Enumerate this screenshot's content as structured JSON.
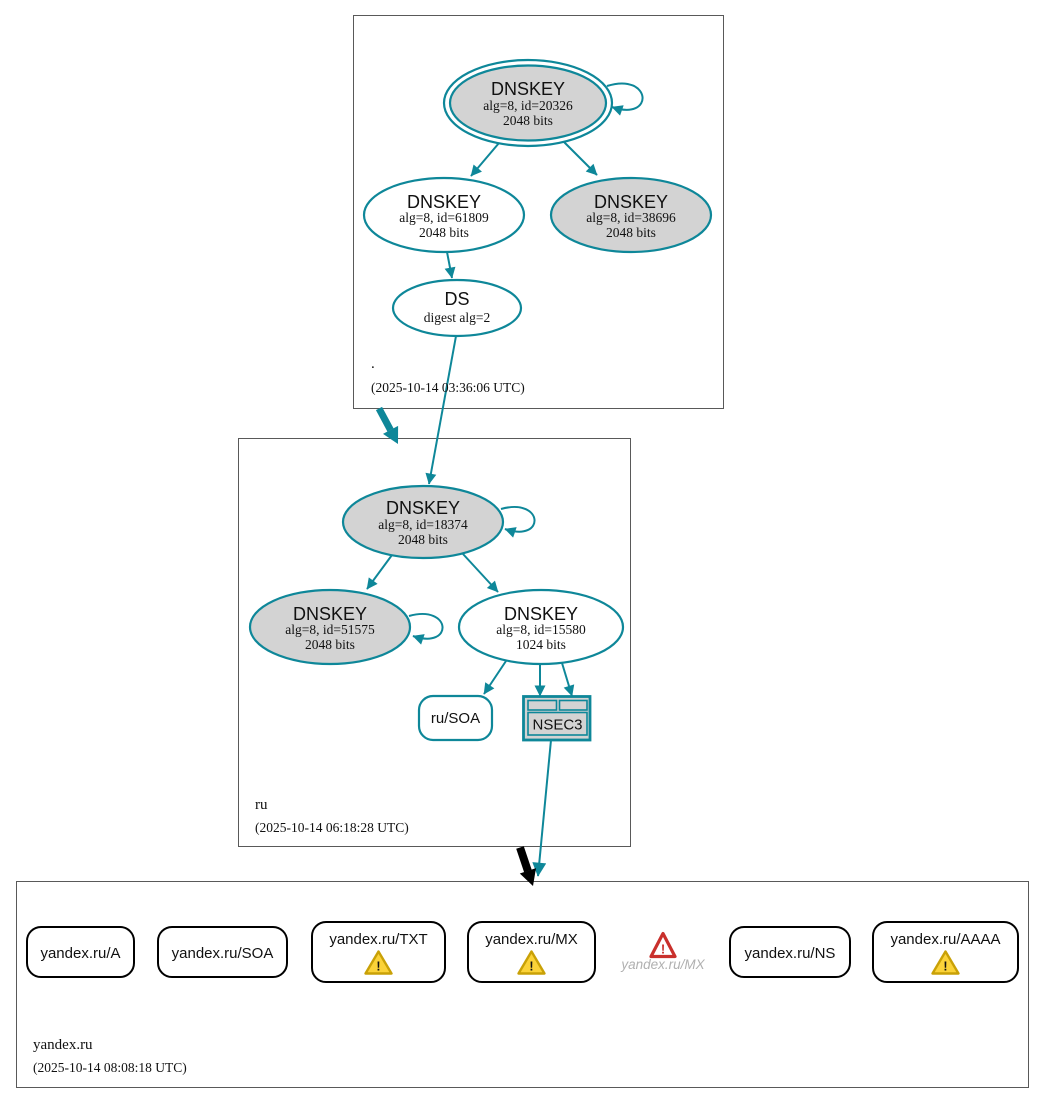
{
  "colors": {
    "secure_teal": "#0e8799",
    "node_fill_gray": "#d3d3d3",
    "warning_fill": "#fbd339",
    "warning_border": "#c9a107",
    "error_red": "#c9302c",
    "insecure_delegation_black": "#000000"
  },
  "bang": "!",
  "root_zone": {
    "name": ".",
    "timestamp": "(2025-10-14 03:36:06 UTC)",
    "ksk_20326": {
      "title": "DNSKEY",
      "meta": "alg=8, id=20326",
      "bits": "2048 bits"
    },
    "zsk_61809": {
      "title": "DNSKEY",
      "meta": "alg=8, id=61809",
      "bits": "2048 bits"
    },
    "key_38696": {
      "title": "DNSKEY",
      "meta": "alg=8, id=38696",
      "bits": "2048 bits"
    },
    "ds": {
      "title": "DS",
      "meta": "digest alg=2"
    }
  },
  "ru_zone": {
    "name": "ru",
    "timestamp": "(2025-10-14 06:18:28 UTC)",
    "ksk_18374": {
      "title": "DNSKEY",
      "meta": "alg=8, id=18374",
      "bits": "2048 bits"
    },
    "key_51575": {
      "title": "DNSKEY",
      "meta": "alg=8, id=51575",
      "bits": "2048 bits"
    },
    "zsk_15580": {
      "title": "DNSKEY",
      "meta": "alg=8, id=15580",
      "bits": "1024 bits"
    },
    "soa": {
      "label": "ru/SOA"
    },
    "nsec3": {
      "label": "NSEC3"
    }
  },
  "yandex_zone": {
    "name": "yandex.ru",
    "timestamp": "(2025-10-14 08:08:18 UTC)",
    "rrset_a": {
      "label": "yandex.ru/A"
    },
    "rrset_soa": {
      "label": "yandex.ru/SOA"
    },
    "rrset_txt": {
      "label": "yandex.ru/TXT"
    },
    "rrset_mx": {
      "label": "yandex.ru/MX"
    },
    "rrset_ns": {
      "label": "yandex.ru/NS"
    },
    "rrset_aaaa": {
      "label": "yandex.ru/AAAA"
    },
    "error_mx": {
      "label": "yandex.ru/MX"
    }
  }
}
